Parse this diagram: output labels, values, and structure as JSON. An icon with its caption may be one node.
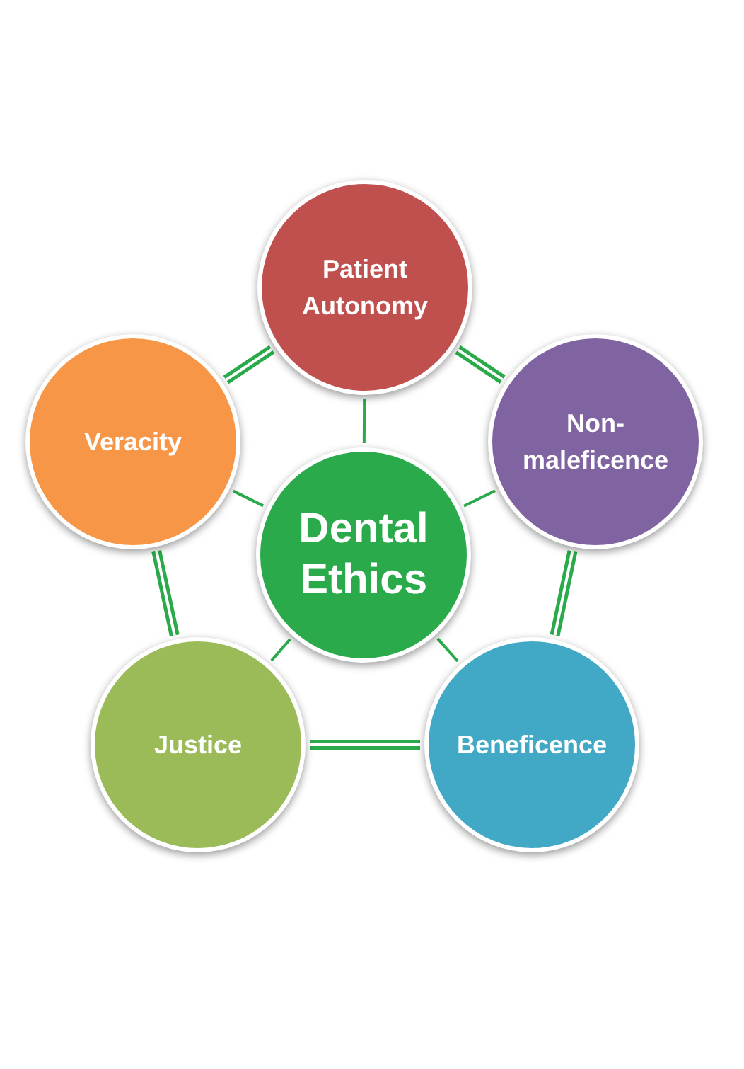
{
  "diagram": {
    "nodes": [
      {
        "text": [
          "Dental Ethics"
        ]
      },
      {
        "text": [
          "Patient Autonomy"
        ]
      },
      {
        "text": [
          "Non-maleficence"
        ]
      },
      {
        "text": [
          "Beneficence"
        ]
      },
      {
        "text": [
          "Justice"
        ]
      },
      {
        "text": [
          "Veracity"
        ]
      }
    ],
    "edges": [
      {
        "from": 0,
        "to": 1,
        "arrow": "none"
      },
      {
        "from": 0,
        "to": 2,
        "arrow": "none"
      },
      {
        "from": 0,
        "to": 3,
        "arrow": "none"
      },
      {
        "from": 0,
        "to": 4,
        "arrow": "none"
      },
      {
        "from": 0,
        "to": 5,
        "arrow": "none"
      },
      {
        "from": 1,
        "to": 2,
        "arrow": "none",
        "style": "thick"
      },
      {
        "from": 2,
        "to": 3,
        "arrow": "none",
        "style": "thick"
      },
      {
        "from": 3,
        "to": 4,
        "arrow": "none",
        "style": "thick"
      },
      {
        "from": 4,
        "to": 5,
        "arrow": "none",
        "style": "thick"
      },
      {
        "from": 5,
        "to": 1,
        "arrow": "none",
        "style": "thick"
      }
    ]
  }
}
